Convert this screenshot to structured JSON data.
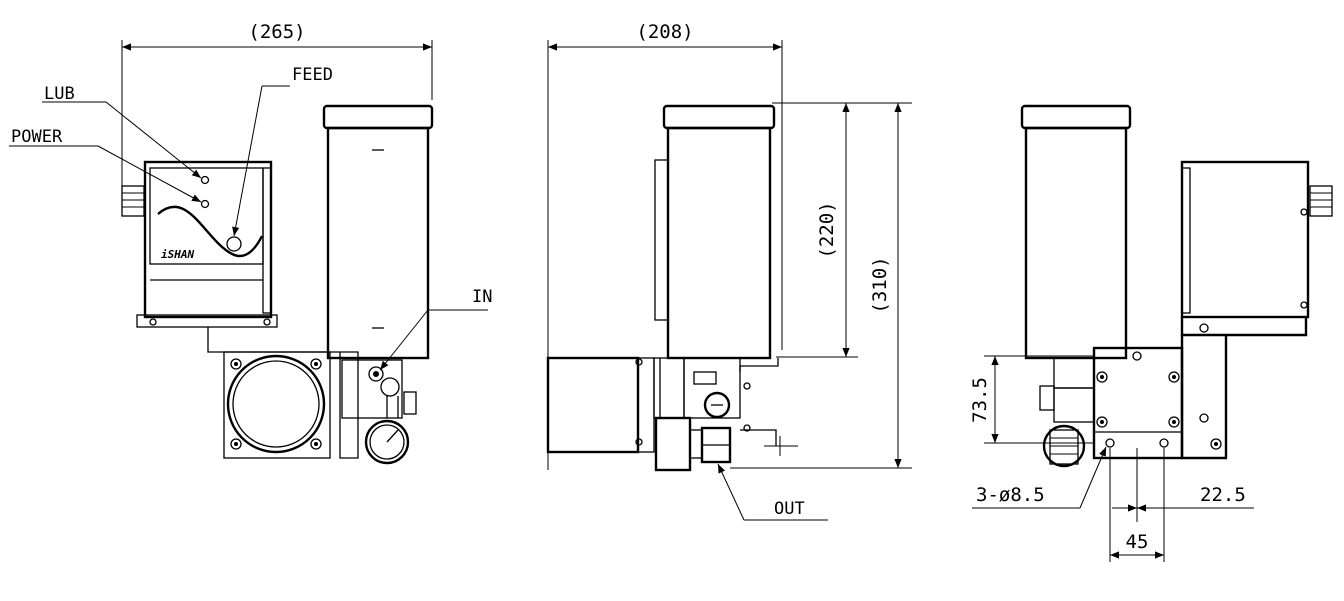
{
  "dimensions": {
    "front_width": "(265)",
    "side_width": "(208)",
    "tank_height": "(220)",
    "total_height": "(310)",
    "mount_height": "73.5",
    "hole_spec": "3-ø8.5",
    "hole_spacing": "45",
    "hole_offset": "22.5"
  },
  "callouts": {
    "lub": "LUB",
    "power": "POWER",
    "feed": "FEED",
    "inlet": "IN",
    "outlet": "OUT"
  },
  "logo_text": "iSHAN"
}
